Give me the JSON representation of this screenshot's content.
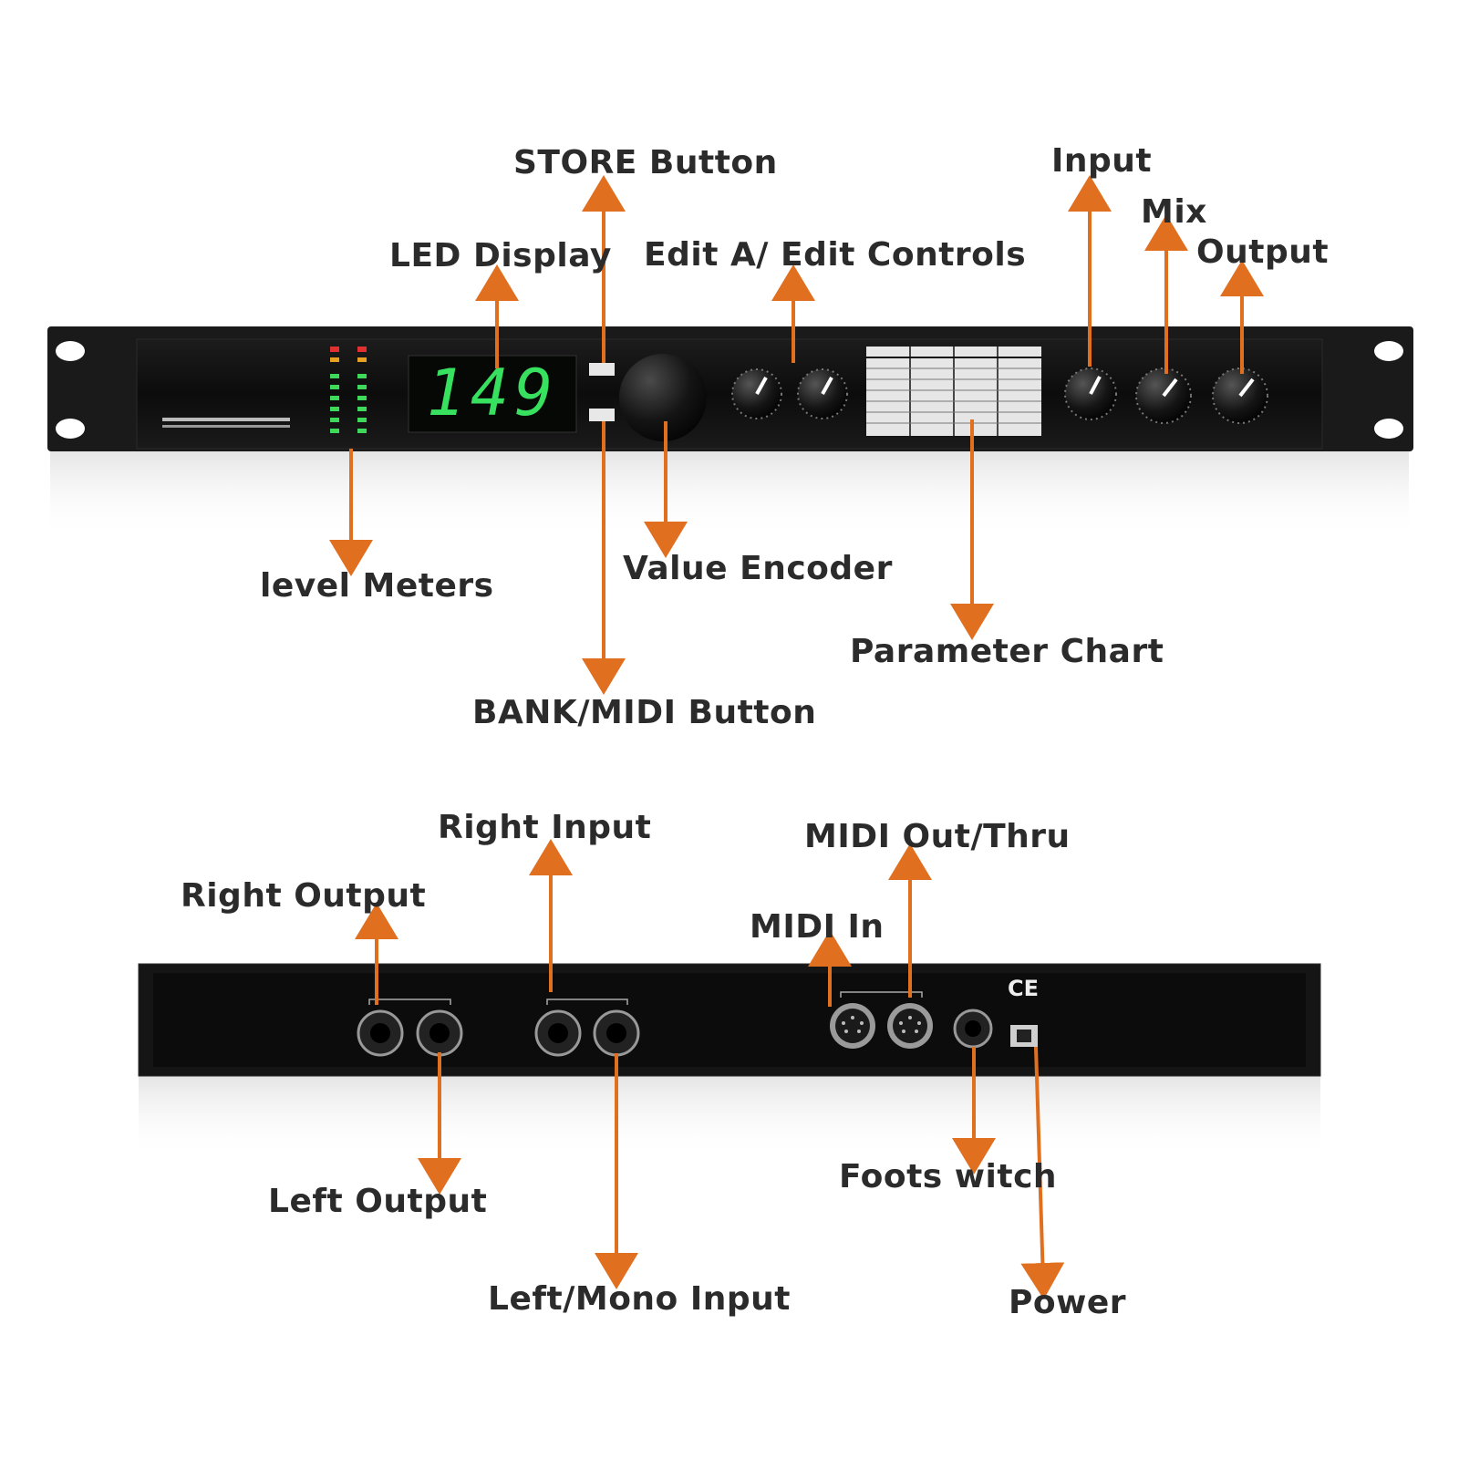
{
  "colors": {
    "arrow": "#e07020",
    "panel": "#111111",
    "ear": "#1a1a1a",
    "led_green": "#38e060",
    "label_text": "#2b2b2b",
    "meter_green": "#3ed85a",
    "meter_red": "#e03030"
  },
  "front": {
    "led_readout": "149",
    "labels": {
      "store": "STORE Button",
      "led_display": "LED Display",
      "edit_controls": "Edit A/ Edit Controls",
      "input": "Input",
      "mix": "Mix",
      "output": "Output",
      "level_meters": "level Meters",
      "value_encoder": "Value Encoder",
      "parameter_chart": "Parameter Chart",
      "bank_midi": "BANK/MIDI Button"
    }
  },
  "rear": {
    "labels": {
      "right_input": "Right Input",
      "right_output": "Right Output",
      "midi_out_thru": "MIDI Out/Thru",
      "midi_in": "MIDI In",
      "left_output": "Left Output",
      "left_mono_input": "Left/Mono Input",
      "footswitch": "Foots witch",
      "power": "Power"
    },
    "marking": "CE"
  }
}
